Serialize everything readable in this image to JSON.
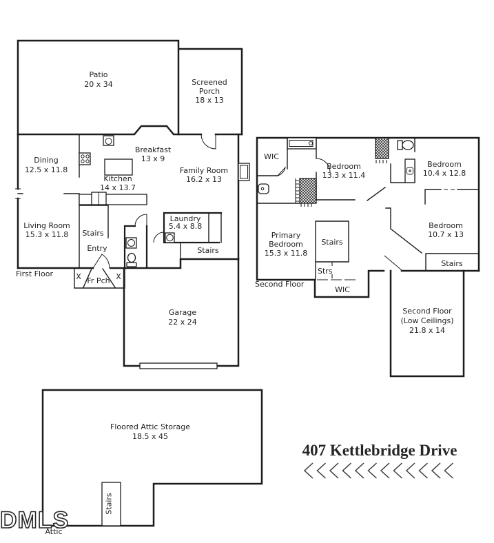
{
  "document": {
    "type": "residential-floor-plan"
  },
  "colors": {
    "wall": "#1c1c1c",
    "text": "#1f1f1f",
    "background": "#ffffff"
  },
  "first_floor": {
    "floor_label": "First Floor",
    "rooms": {
      "patio": {
        "lines": [
          "Patio",
          "20 x 34"
        ]
      },
      "screened_porch": {
        "lines": [
          "Screened",
          "Porch",
          "18 x 13"
        ]
      },
      "dining": {
        "lines": [
          "Dining",
          "12.5 x 11.8"
        ]
      },
      "breakfast": {
        "lines": [
          "Breakfast",
          "13 x 9"
        ]
      },
      "kitchen": {
        "lines": [
          "Kitchen",
          "14 x 13.7"
        ]
      },
      "family_room": {
        "lines": [
          "Family Room",
          "16.2 x 13"
        ]
      },
      "living_room": {
        "lines": [
          "Living Room",
          "15.3 x 11.8"
        ]
      },
      "stairs": {
        "lines": [
          "Stairs"
        ]
      },
      "entry": {
        "lines": [
          "Entry"
        ]
      },
      "laundry": {
        "lines": [
          "Laundry",
          "5.4 x 8.8"
        ]
      },
      "back_stairs": {
        "lines": [
          "Stairs"
        ]
      },
      "front_porch": {
        "label": "Fr Pch",
        "post_left": "X",
        "post_right": "X"
      },
      "garage": {
        "lines": [
          "Garage",
          "22 x 24"
        ]
      }
    },
    "fixtures": [
      "kitchen-sink",
      "stove",
      "kitchen-island",
      "counter-sink",
      "powder-sink",
      "powder-toilet",
      "washer",
      "fireplace",
      "garage-door"
    ]
  },
  "second_floor": {
    "floor_label": "Second Floor",
    "rooms": {
      "wic_top": {
        "lines": [
          "WIC"
        ]
      },
      "bedroom_133": {
        "lines": [
          "Bedroom",
          "13.3 x 11.4"
        ]
      },
      "bedroom_104": {
        "lines": [
          "Bedroom",
          "10.4 x 12.8"
        ]
      },
      "primary_bedroom": {
        "lines": [
          "Primary",
          "Bedroom",
          "15.3 x 11.8"
        ]
      },
      "stairs": {
        "lines": [
          "Stairs"
        ]
      },
      "strs": {
        "lines": [
          "Strs"
        ]
      },
      "wic_bottom": {
        "lines": [
          "WIC"
        ]
      },
      "bedroom_107": {
        "lines": [
          "Bedroom",
          "10.7 x 13"
        ]
      },
      "stairs_right": {
        "lines": [
          "Stairs"
        ]
      },
      "low_ceilings": {
        "lines": [
          "Second Floor",
          "(Low Ceilings)",
          "21.8 x 14"
        ]
      }
    },
    "fixtures": [
      "garden-tub",
      "primary-toilet",
      "primary-shower",
      "hall-shower",
      "hall-toilet",
      "hall-vanity-sink",
      "closet-bifold-doors"
    ]
  },
  "attic": {
    "floor_label": "Attic",
    "rooms": {
      "storage": {
        "lines": [
          "Floored Attic Storage",
          "18.5 x 45"
        ]
      },
      "stairs": {
        "lines": [
          "Stairs"
        ]
      }
    }
  },
  "footer": {
    "address": "407 Kettlebridge Drive",
    "watermark": "DMLS",
    "chevron_count": 12
  }
}
